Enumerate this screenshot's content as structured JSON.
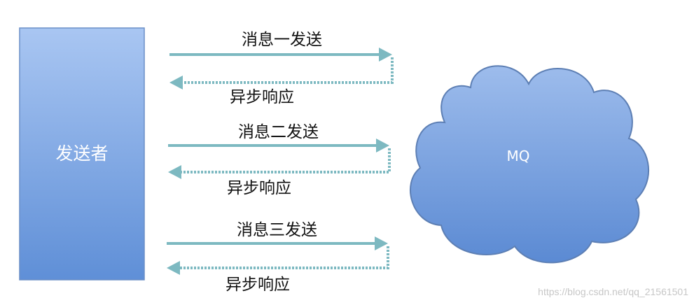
{
  "diagram": {
    "sender": {
      "label": "发送者"
    },
    "broker": {
      "label": "MQ"
    },
    "exchanges": [
      {
        "send_label": "消息一发送",
        "response_label": "异步响应"
      },
      {
        "send_label": "消息二发送",
        "response_label": "异步响应"
      },
      {
        "send_label": "消息三发送",
        "response_label": "异步响应"
      }
    ]
  },
  "colors": {
    "sender_fill_top": "#a9c6f2",
    "sender_fill_bottom": "#5f8fd7",
    "cloud_fill_top": "#9dbcec",
    "cloud_fill_bottom": "#5b8ad3",
    "cloud_stroke": "#5d7fb4",
    "arrow": "#7db9c1"
  },
  "watermark": "https://blog.csdn.net/qq_21561501"
}
